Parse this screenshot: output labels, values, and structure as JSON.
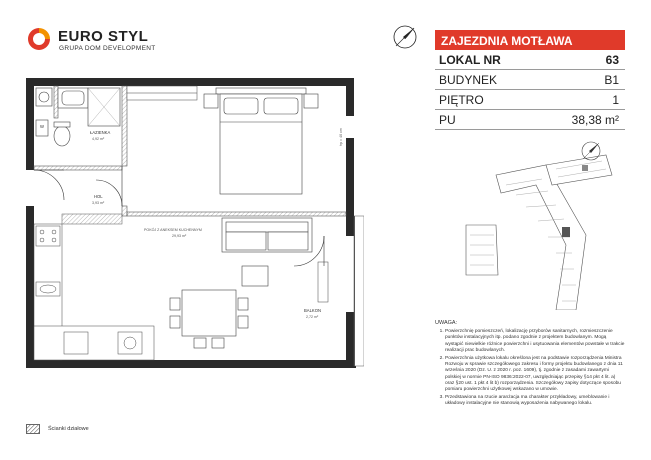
{
  "brand": {
    "name": "EURO STYL",
    "subtitle": "GRUPA DOM DEVELOPMENT",
    "colors": {
      "red": "#e03a2a",
      "orange": "#f39200"
    }
  },
  "info": {
    "project": "ZAJEZDNIA MOTŁAWA",
    "rows": [
      {
        "key": "LOKAL NR",
        "value": "63"
      },
      {
        "key": "BUDYNEK",
        "value": "B1"
      },
      {
        "key": "PIĘTRO",
        "value": "1"
      },
      {
        "key": "PU",
        "value": "38,38 m²"
      }
    ]
  },
  "rooms": {
    "bathroom": {
      "name": "ŁAZIENKA",
      "area": "4,92 m²"
    },
    "hall": {
      "name": "HOL",
      "area": "3,93 m²"
    },
    "living": {
      "name": "POKÓJ Z ANEKSEM KUCHENNYM",
      "area": "29,93 m²"
    },
    "balcony": {
      "name": "BALKON",
      "area": "2,72 m²"
    },
    "window_note": "hp = 40 cm",
    "washer": "W"
  },
  "notes": {
    "heading": "UWAGA:",
    "items": [
      "Powierzchnię pomieszczeń, lokalizację przyborów sanitarnych, rozmieszczenie punktów instalacyjnych itp. podano zgodnie z projektem budowlanym. Mogą wystąpić niewielkie różnice powierzchni i usytuowania elementów powstałe w trakcie realizacji prac budowlanych.",
      "Powierzchnia użytkowa lokalu określona jest na podstawie rozporządzenia Ministra Rozwoju w sprawie szczegółowego zakresu i formy projektu budowlanego z dnia 11 września 2020 (Dz. U. z 2020 r. poz. 1609), tj. zgodnie z zasadami zawartymi polskiej w normie PN-ISO 9836:2022-07, uwzględniając przepisy §14 pkt 4 lit. a) oraz §20 ust. 1 pkt 4 lit b) rozporządzenia. Szczegółowy zapisy dotyczące sposobu pomiaru powierzchni użytkowej wskazano w umowie.",
      "Przedstawiona na rzucie aranżacja ma charakter przykładowy, umeblowanie i układowy instalacyjne nie stanowią wyposażenia nabywanego lokalu."
    ]
  },
  "legend": {
    "label": "Ścianki działowe"
  }
}
